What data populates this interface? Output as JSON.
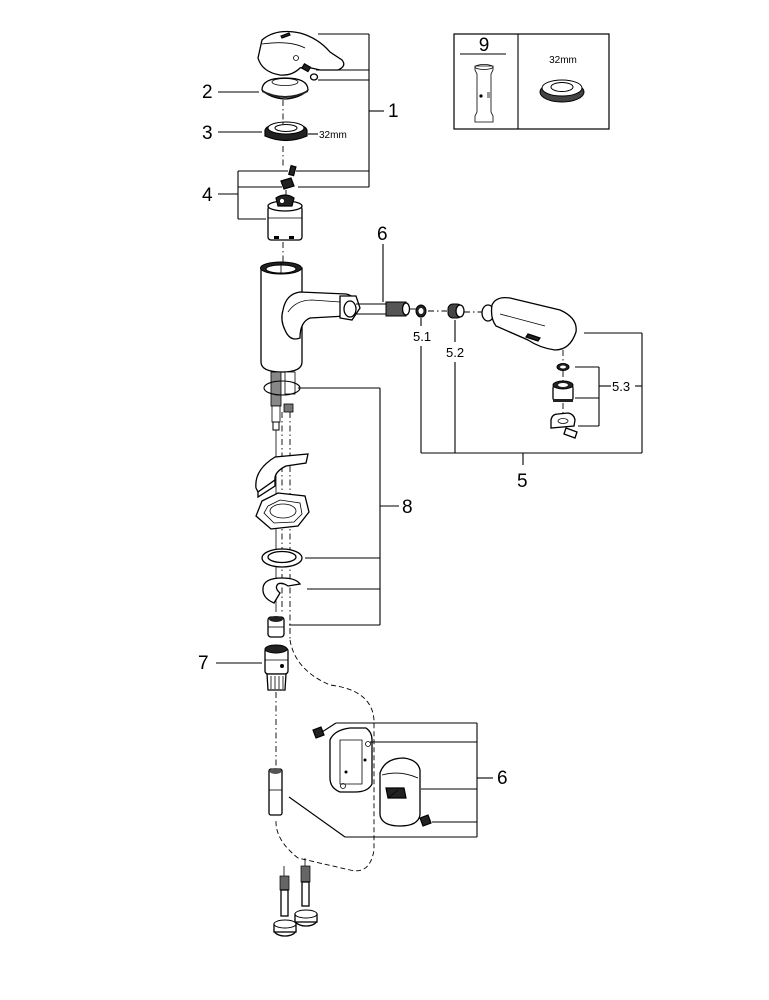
{
  "diagram": {
    "title": "Exploded parts view — single-lever kitchen mixer with pull-out spray",
    "callouts": {
      "p1": "1",
      "p2": "2",
      "p3": "3",
      "p4": "4",
      "p5": "5",
      "p5_1": "5.1",
      "p5_2": "5.2",
      "p5_3": "5.3",
      "p6_top": "6",
      "p6_bottom": "6",
      "p7": "7",
      "p8": "8",
      "p9": "9"
    },
    "dimensions": {
      "nut_size": "32mm",
      "inset_nut_size": "32mm"
    },
    "parts": [
      {
        "id": "1",
        "name": "lever-handle-set"
      },
      {
        "id": "2",
        "name": "cover-cap"
      },
      {
        "id": "3",
        "name": "cartridge-nut"
      },
      {
        "id": "4",
        "name": "cartridge-set"
      },
      {
        "id": "5",
        "name": "pull-out-spray-set"
      },
      {
        "id": "5.1",
        "name": "seal"
      },
      {
        "id": "5.2",
        "name": "check-valve"
      },
      {
        "id": "5.3",
        "name": "aerator-set"
      },
      {
        "id": "6",
        "name": "hose-weight"
      },
      {
        "id": "7",
        "name": "hose-connector"
      },
      {
        "id": "8",
        "name": "mounting-set"
      },
      {
        "id": "9",
        "name": "mounting-tool"
      }
    ]
  }
}
